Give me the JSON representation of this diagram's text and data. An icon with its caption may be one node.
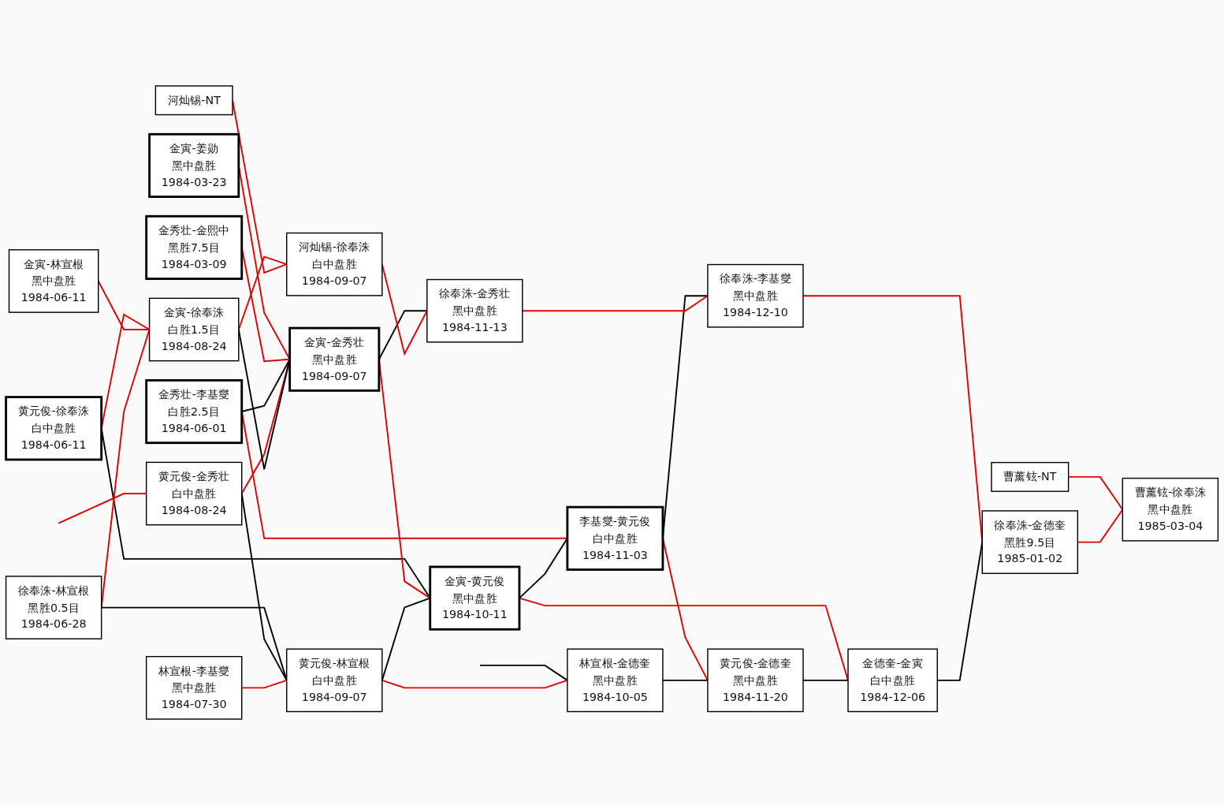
{
  "diagram": {
    "nodes": [
      {
        "text": [
          "黄元俊-徐奉洙",
          "白中盘胜",
          "1984-06-11"
        ]
      },
      {
        "text": [
          "金寅-林宣根",
          "黑中盘胜",
          "1984-06-11"
        ]
      },
      {
        "text": [
          "金寅-姜勋",
          "黑中盘胜",
          "1984-03-23"
        ]
      },
      {
        "text": [
          "金秀壮-金熙中",
          "黑胜7.5目",
          "1984-03-09"
        ]
      },
      {
        "text": [
          "金秀壮-李基燮",
          "白胜2.5目",
          "1984-06-01"
        ]
      },
      {
        "text": [
          "徐奉洙-林宣根",
          "黑胜0.5目",
          "1984-06-28"
        ]
      },
      {
        "text": [
          "黄元俊-金秀壮",
          "白中盘胜",
          "1984-08-24"
        ]
      },
      {
        "text": [
          "林宣根-李基燮",
          "黑中盘胜",
          "1984-07-30"
        ]
      },
      {
        "text": [
          "金寅-徐奉洙",
          "白胜1.5目",
          "1984-08-24"
        ]
      },
      {
        "text": [
          "河灿锡-NT"
        ]
      },
      {
        "text": [
          "金寅-金秀壮",
          "黑中盘胜",
          "1984-09-07"
        ]
      },
      {
        "text": [
          "黄元俊-林宣根",
          "白中盘胜",
          "1984-09-07"
        ]
      },
      {
        "text": [
          "河灿锡-徐奉洙",
          "白中盘胜",
          "1984-09-07"
        ]
      },
      {
        "text": [
          "金寅-黄元俊",
          "黑中盘胜",
          "1984-10-11"
        ]
      },
      {
        "text": [
          "李基燮-黄元俊",
          "白中盘胜",
          "1984-11-03"
        ]
      },
      {
        "text": [
          "林宣根-金德奎",
          "黑中盘胜",
          "1984-10-05"
        ]
      },
      {
        "text": [
          "徐奉洙-金秀壮",
          "黑中盘胜",
          "1984-11-13"
        ]
      },
      {
        "text": [
          "黄元俊-金德奎",
          "黑中盘胜",
          "1984-11-20"
        ]
      },
      {
        "text": [
          "徐奉洙-李基燮",
          "黑中盘胜",
          "1984-12-10"
        ]
      },
      {
        "text": [
          "金德奎-金寅",
          "白中盘胜",
          "1984-12-06"
        ]
      },
      {
        "text": [
          "曹薰铉-NT"
        ]
      },
      {
        "text": [
          "徐奉洙-金德奎",
          "黑胜9.5目",
          "1985-01-02"
        ]
      },
      {
        "text": [
          "曹薰铉-徐奉洙",
          "黑中盘胜",
          "1985-03-04"
        ]
      }
    ],
    "edges": [
      {
        "from": 0,
        "to": 8,
        "arrow": "none"
      },
      {
        "from": 0,
        "to": 13,
        "arrow": "none",
        "color": "#000000"
      },
      {
        "from": 1,
        "to": 8,
        "arrow": "none"
      },
      {
        "from": 2,
        "to": 10,
        "arrow": "none"
      },
      {
        "from": 3,
        "to": 10,
        "arrow": "none"
      },
      {
        "from": 4,
        "to": 10,
        "arrow": "none",
        "color": "#000000"
      },
      {
        "from": 4,
        "to": 14,
        "arrow": "none"
      },
      {
        "from": 5,
        "to": 8,
        "arrow": "none"
      },
      {
        "from": 5,
        "to": 11,
        "arrow": "none",
        "color": "#000000"
      },
      {
        "from": null,
        "to": 6,
        "arrow": "none"
      },
      {
        "from": 6,
        "to": 10,
        "arrow": "none"
      },
      {
        "from": 6,
        "to": 11,
        "arrow": "none",
        "color": "#000000"
      },
      {
        "from": 7,
        "to": 11,
        "arrow": "none"
      },
      {
        "from": null,
        "to": 15,
        "arrow": "none",
        "color": "#000000"
      },
      {
        "from": 8,
        "to": 12,
        "arrow": "none"
      },
      {
        "from": 8,
        "to": 10,
        "arrow": "none",
        "color": "#000000"
      },
      {
        "from": 9,
        "to": 12,
        "arrow": "none"
      },
      {
        "from": 10,
        "to": 16,
        "arrow": "none",
        "color": "#000000"
      },
      {
        "from": 10,
        "to": 13,
        "arrow": "none"
      },
      {
        "from": 11,
        "to": 13,
        "arrow": "none",
        "color": "#000000"
      },
      {
        "from": 11,
        "to": 15,
        "arrow": "none"
      },
      {
        "from": 12,
        "to": 16,
        "arrow": "none"
      },
      {
        "from": 13,
        "to": 14,
        "arrow": "none",
        "color": "#000000"
      },
      {
        "from": 13,
        "to": 19,
        "arrow": "none"
      },
      {
        "from": 14,
        "to": 17,
        "arrow": "none"
      },
      {
        "from": 14,
        "to": 18,
        "arrow": "none",
        "color": "#000000"
      },
      {
        "from": 15,
        "to": 17,
        "arrow": "none",
        "color": "#000000"
      },
      {
        "from": 16,
        "to": 18,
        "arrow": "none"
      },
      {
        "from": 17,
        "to": 19,
        "arrow": "none",
        "color": "#000000"
      },
      {
        "from": 18,
        "to": 21,
        "arrow": "none"
      },
      {
        "from": 19,
        "to": 21,
        "arrow": "none",
        "color": "#000000"
      },
      {
        "from": 20,
        "to": 22,
        "arrow": "none"
      },
      {
        "from": 21,
        "to": 22,
        "arrow": "none"
      }
    ]
  }
}
